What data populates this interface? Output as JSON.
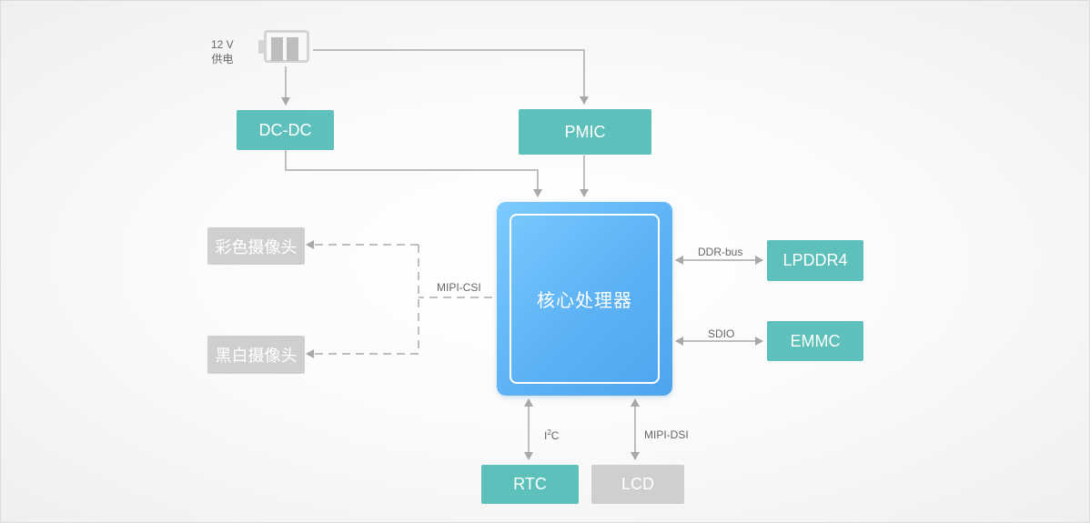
{
  "power": {
    "voltage": "12 V",
    "supply": "供电"
  },
  "blocks": {
    "dcdc": "DC-DC",
    "pmic": "PMIC",
    "cpu": "核心处理器",
    "color_cam": "彩色摄像头",
    "mono_cam": "黑白摄像头",
    "lpddr4": "LPDDR4",
    "emmc": "EMMC",
    "rtc": "RTC",
    "lcd": "LCD"
  },
  "buses": {
    "mipi_csi": "MIPI-CSI",
    "ddr_bus": "DDR-bus",
    "sdio": "SDIO",
    "i2c_prefix": "I",
    "i2c_sup": "2",
    "i2c_suffix": "C",
    "mipi_dsi": "MIPI-DSI"
  },
  "colors": {
    "teal": "#5ec0bb",
    "gray_block": "#cfcfcf",
    "cpu_blue": "#5db2f4",
    "wire": "#aaaaaa"
  }
}
